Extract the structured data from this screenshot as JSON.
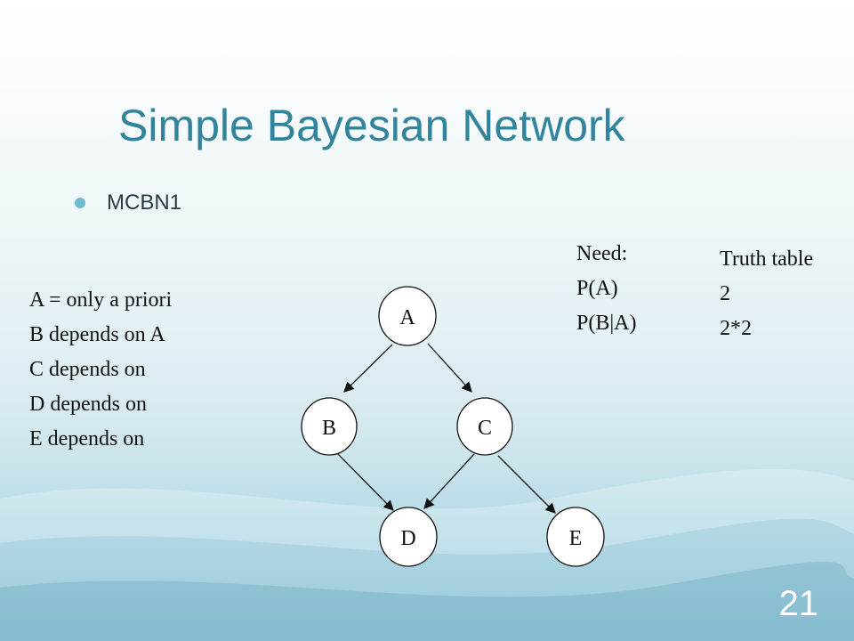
{
  "slide": {
    "title": "Simple Bayesian Network",
    "bullet": "MCBN1",
    "page_number": "21"
  },
  "left_notes": [
    "A = only a priori",
    "B depends on A",
    "C depends on",
    "D depends on",
    "E depends on"
  ],
  "need": [
    "Need:",
    "P(A)",
    "P(B|A)"
  ],
  "truth": [
    "Truth table",
    "2",
    "2*2"
  ],
  "diagram": {
    "nodes": {
      "A": "A",
      "B": "B",
      "C": "C",
      "D": "D",
      "E": "E"
    },
    "edges": [
      [
        "A",
        "B"
      ],
      [
        "A",
        "C"
      ],
      [
        "B",
        "D"
      ],
      [
        "C",
        "D"
      ],
      [
        "C",
        "E"
      ]
    ]
  },
  "colors": {
    "title": "#31849b",
    "bullet": "#6bbcd0"
  }
}
